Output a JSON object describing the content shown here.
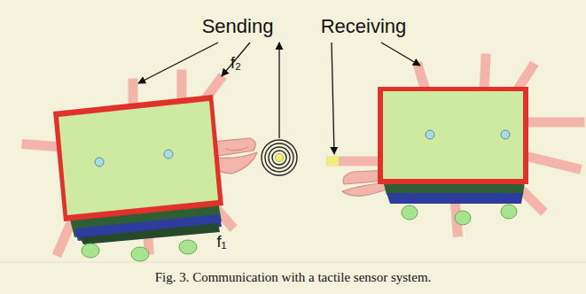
{
  "diagram": {
    "caption": "Fig. 3. Communication with a tactile sensor system.",
    "labels": [
      "Sending",
      "Receiving",
      "f₂",
      "f₁"
    ]
  }
}
